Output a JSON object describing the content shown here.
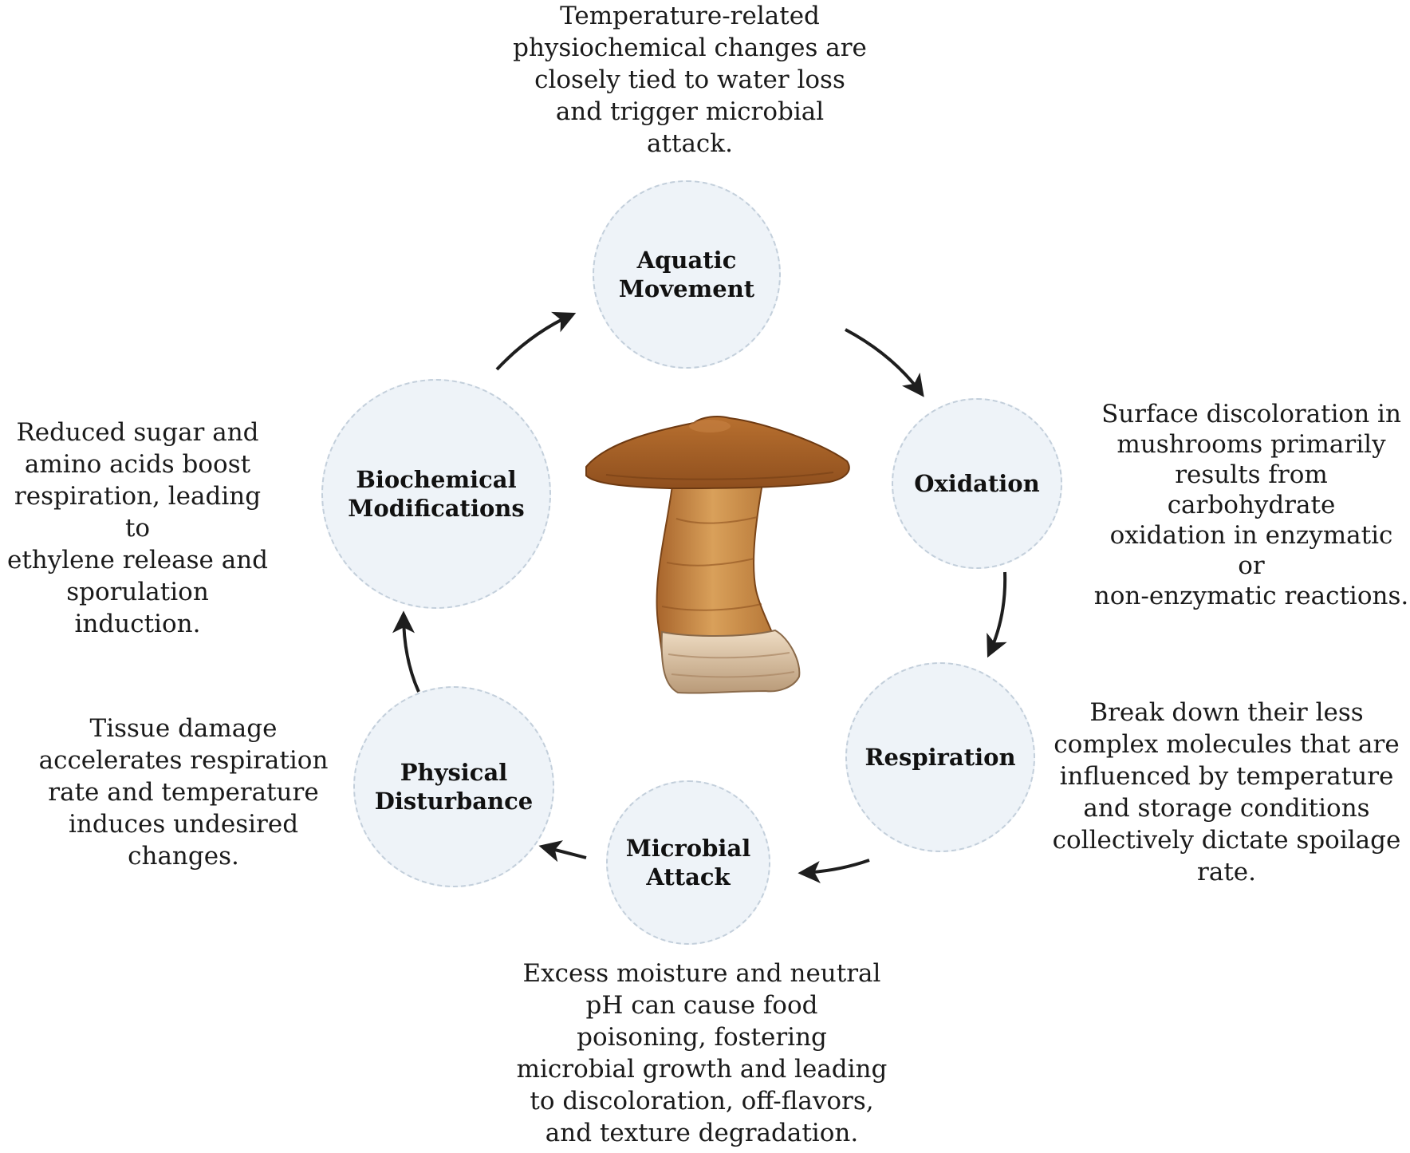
{
  "colors": {
    "node_fill": "#eef3f8",
    "node_border": "#c3cfdb",
    "arrow": "#1e1e1e",
    "mushroom_cap": "#a35e26",
    "mushroom_stem": "#c98a45",
    "mushroom_base": "#ddc3a1"
  },
  "center_image": "mushroom-illustration",
  "nodes": {
    "aquatic_movement": "Aquatic\nMovement",
    "oxidation": "Oxidation",
    "respiration": "Respiration",
    "microbial_attack": "Microbial\nAttack",
    "physical_disturbance": "Physical\nDisturbance",
    "biochemical_modifications": "Biochemical\nModifications"
  },
  "descriptions": {
    "aquatic_movement": "Temperature-related\nphysiochemical changes are\nclosely tied to water loss\nand trigger microbial\nattack.",
    "oxidation": "Surface discoloration in\nmushrooms primarily\nresults from carbohydrate\noxidation in enzymatic or\nnon-enzymatic reactions.",
    "respiration": "Break down their less\ncomplex molecules that are\ninfluenced by temperature\nand storage conditions\ncollectively dictate spoilage\nrate.",
    "microbial_attack": "Excess moisture and neutral\npH can cause food\npoisoning, fostering\nmicrobial growth and leading\nto discoloration, off-flavors,\nand texture degradation.",
    "physical_disturbance": "Tissue damage\naccelerates respiration\nrate and temperature\ninduces undesired\nchanges.",
    "biochemical_modifications": "Reduced sugar and\namino acids boost\nrespiration, leading to\nethylene release and\nsporulation induction."
  },
  "cycle_order": [
    "aquatic_movement",
    "oxidation",
    "respiration",
    "microbial_attack",
    "physical_disturbance",
    "biochemical_modifications"
  ]
}
